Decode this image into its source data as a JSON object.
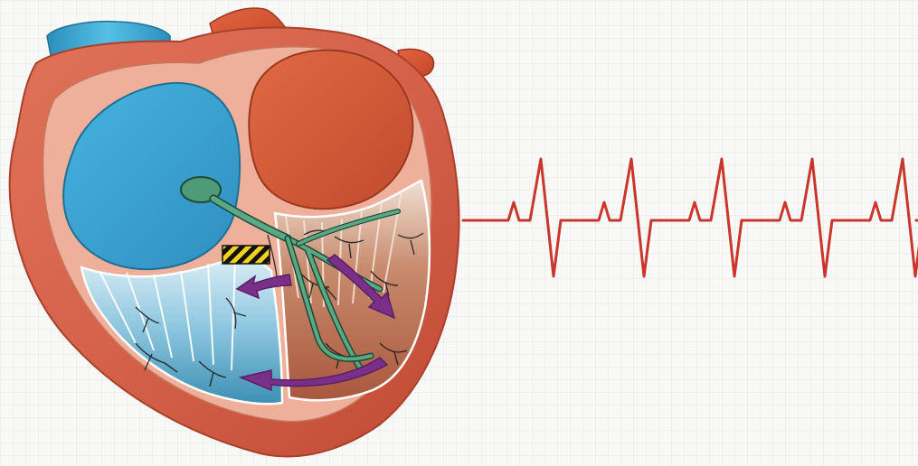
{
  "figure": {
    "subject": "heart-cross-section-with-ecg",
    "colors": {
      "paper": "#f8f8f6",
      "heart_wall": "#d9634a",
      "heart_outer_shade": "#c9503a",
      "septum_pink": "#eeb09a",
      "right_chambers_blue": "#3da2cf",
      "aorta_red": "#d9512f",
      "conduction_green": "#4f9a78",
      "conduction_tree_dark": "#1a1a1a",
      "impulse_arrows_purple": "#7a2f88",
      "block_yellow": "#f2d21e",
      "block_black": "#111111",
      "ecg_trace_red": "#c9362c"
    },
    "ecg": {
      "beats": 5,
      "pattern": [
        "baseline",
        "p-wave",
        "baseline",
        "qrs-up",
        "qrs-down",
        "baseline"
      ]
    },
    "icons": {
      "block_marker": "hatched-block-icon",
      "impulse_arrow": "curved-arrow-icon"
    }
  }
}
